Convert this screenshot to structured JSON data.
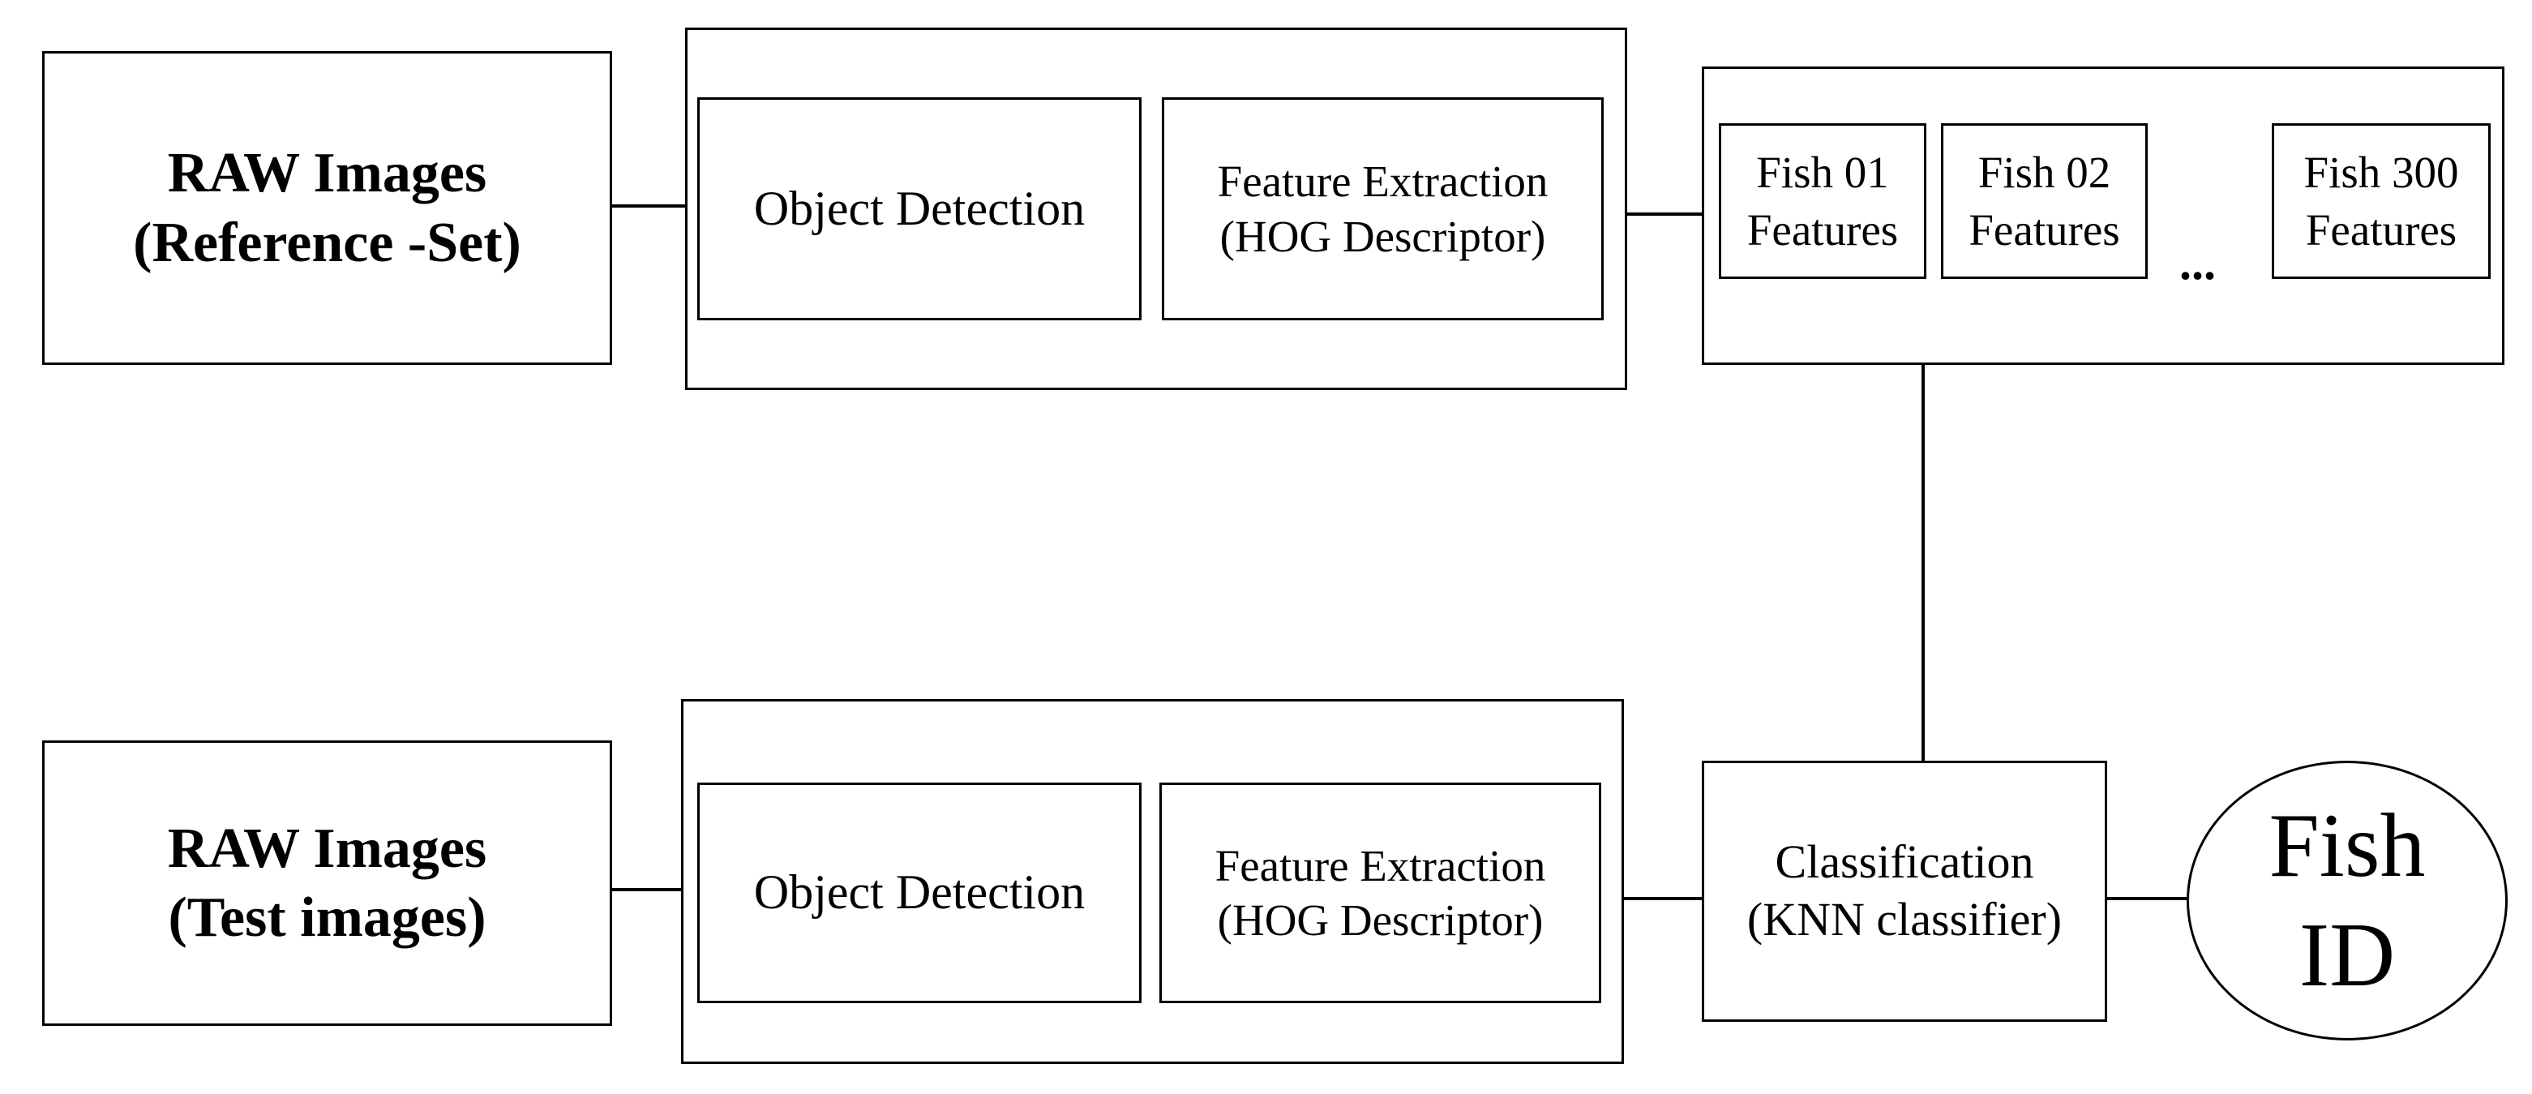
{
  "reference": {
    "raw": {
      "line1": "RAW Images",
      "line2": "(Reference -Set)"
    },
    "object_detection": "Object Detection",
    "feature_extraction": {
      "line1": "Feature Extraction",
      "line2": "(HOG Descriptor)"
    },
    "features": [
      {
        "line1": "Fish 01",
        "line2": "Features"
      },
      {
        "line1": "Fish 02",
        "line2": "Features"
      },
      {
        "line1": "Fish 300",
        "line2": "Features"
      }
    ],
    "ellipsis": "..."
  },
  "test": {
    "raw": {
      "line1": "RAW Images",
      "line2": "(Test images)"
    },
    "object_detection": "Object Detection",
    "feature_extraction": {
      "line1": "Feature Extraction",
      "line2": "(HOG Descriptor)"
    }
  },
  "classification": {
    "line1": "Classification",
    "line2": "(KNN classifier)"
  },
  "output": {
    "line1": "Fish",
    "line2": "ID"
  }
}
